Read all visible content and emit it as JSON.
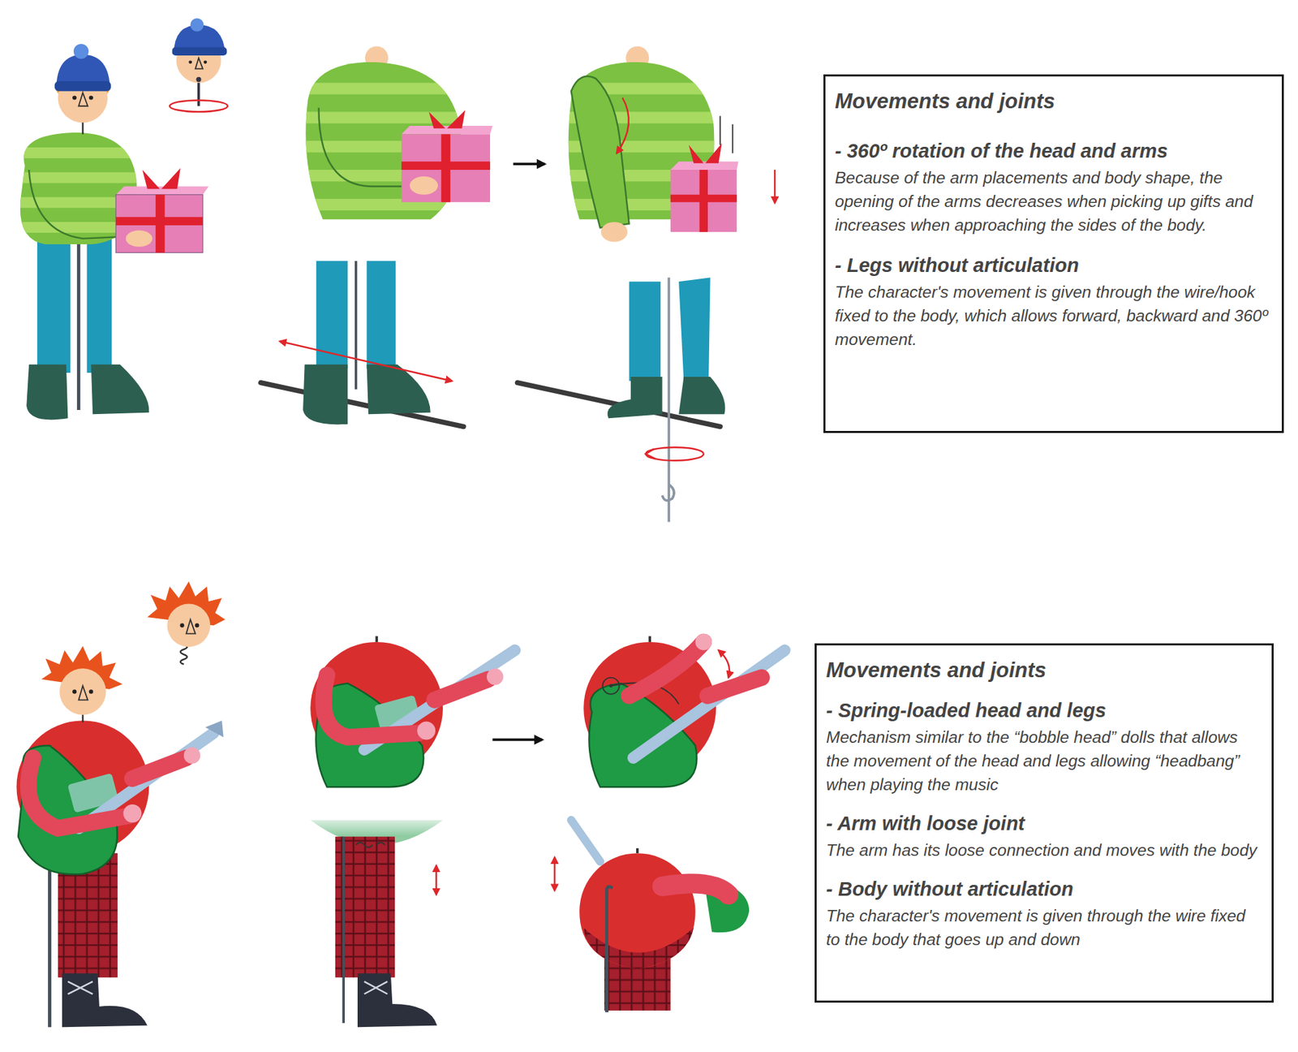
{
  "diagram": {
    "nodes": [
      {
        "text": [
          "Movements and joints",
          "- 360º rotation of the head and arms",
          "Because of the arm placements and body shape, the opening of the arms decreases when picking up gifts and increases when approaching the sides of the body.",
          "- Legs without articulation",
          "The character's movement is given through the wire/hook fixed to the body, which allows forward, backward and 360º movement."
        ]
      },
      {
        "text": [
          "Movements and joints",
          "- Spring-loaded head and legs",
          "Mechanism similar to the “bobble head” dolls that allows the movement of the head and legs allowing “headbang” when playing the music",
          "- Arm with loose joint",
          "The arm has its loose connection and moves with the body",
          "- Body without articulation",
          "The character's movement is given through the wire fixed to the body that goes up and down"
        ]
      }
    ]
  }
}
